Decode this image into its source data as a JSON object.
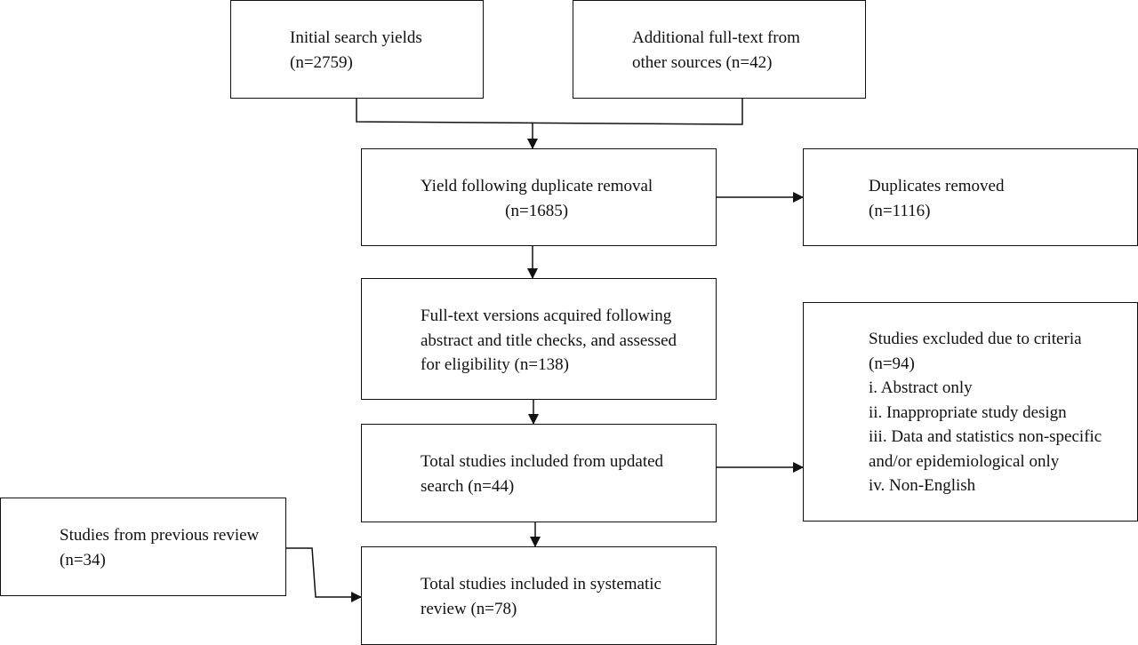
{
  "boxes": {
    "initial_search": {
      "lines": [
        "Initial search yields",
        "(n=2759)"
      ]
    },
    "additional_sources": {
      "lines": [
        "Additional full-text from",
        "other sources (n=42)"
      ]
    },
    "duplicate_removal": {
      "lines": [
        "Yield following duplicate removal",
        "(n=1685)"
      ]
    },
    "duplicates_removed": {
      "lines": [
        "Duplicates removed",
        "(n=1116)"
      ]
    },
    "full_text_assessed": {
      "lines": [
        "Full-text versions acquired following",
        "abstract and title checks, and assessed",
        "for eligibility (n=138)"
      ]
    },
    "excluded": {
      "lines": [
        "Studies excluded due to criteria",
        "(n=94)",
        "i. Abstract only",
        "ii. Inappropriate study design",
        "iii. Data and statistics non-specific",
        "and/or epidemiological only",
        "iv. Non-English"
      ]
    },
    "updated_search": {
      "lines": [
        "Total studies included from updated",
        "search (n=44)"
      ]
    },
    "previous_review": {
      "lines": [
        "Studies from previous review",
        "(n=34)"
      ]
    },
    "systematic_review": {
      "lines": [
        "Total studies included in systematic",
        "review (n=78)"
      ]
    }
  }
}
